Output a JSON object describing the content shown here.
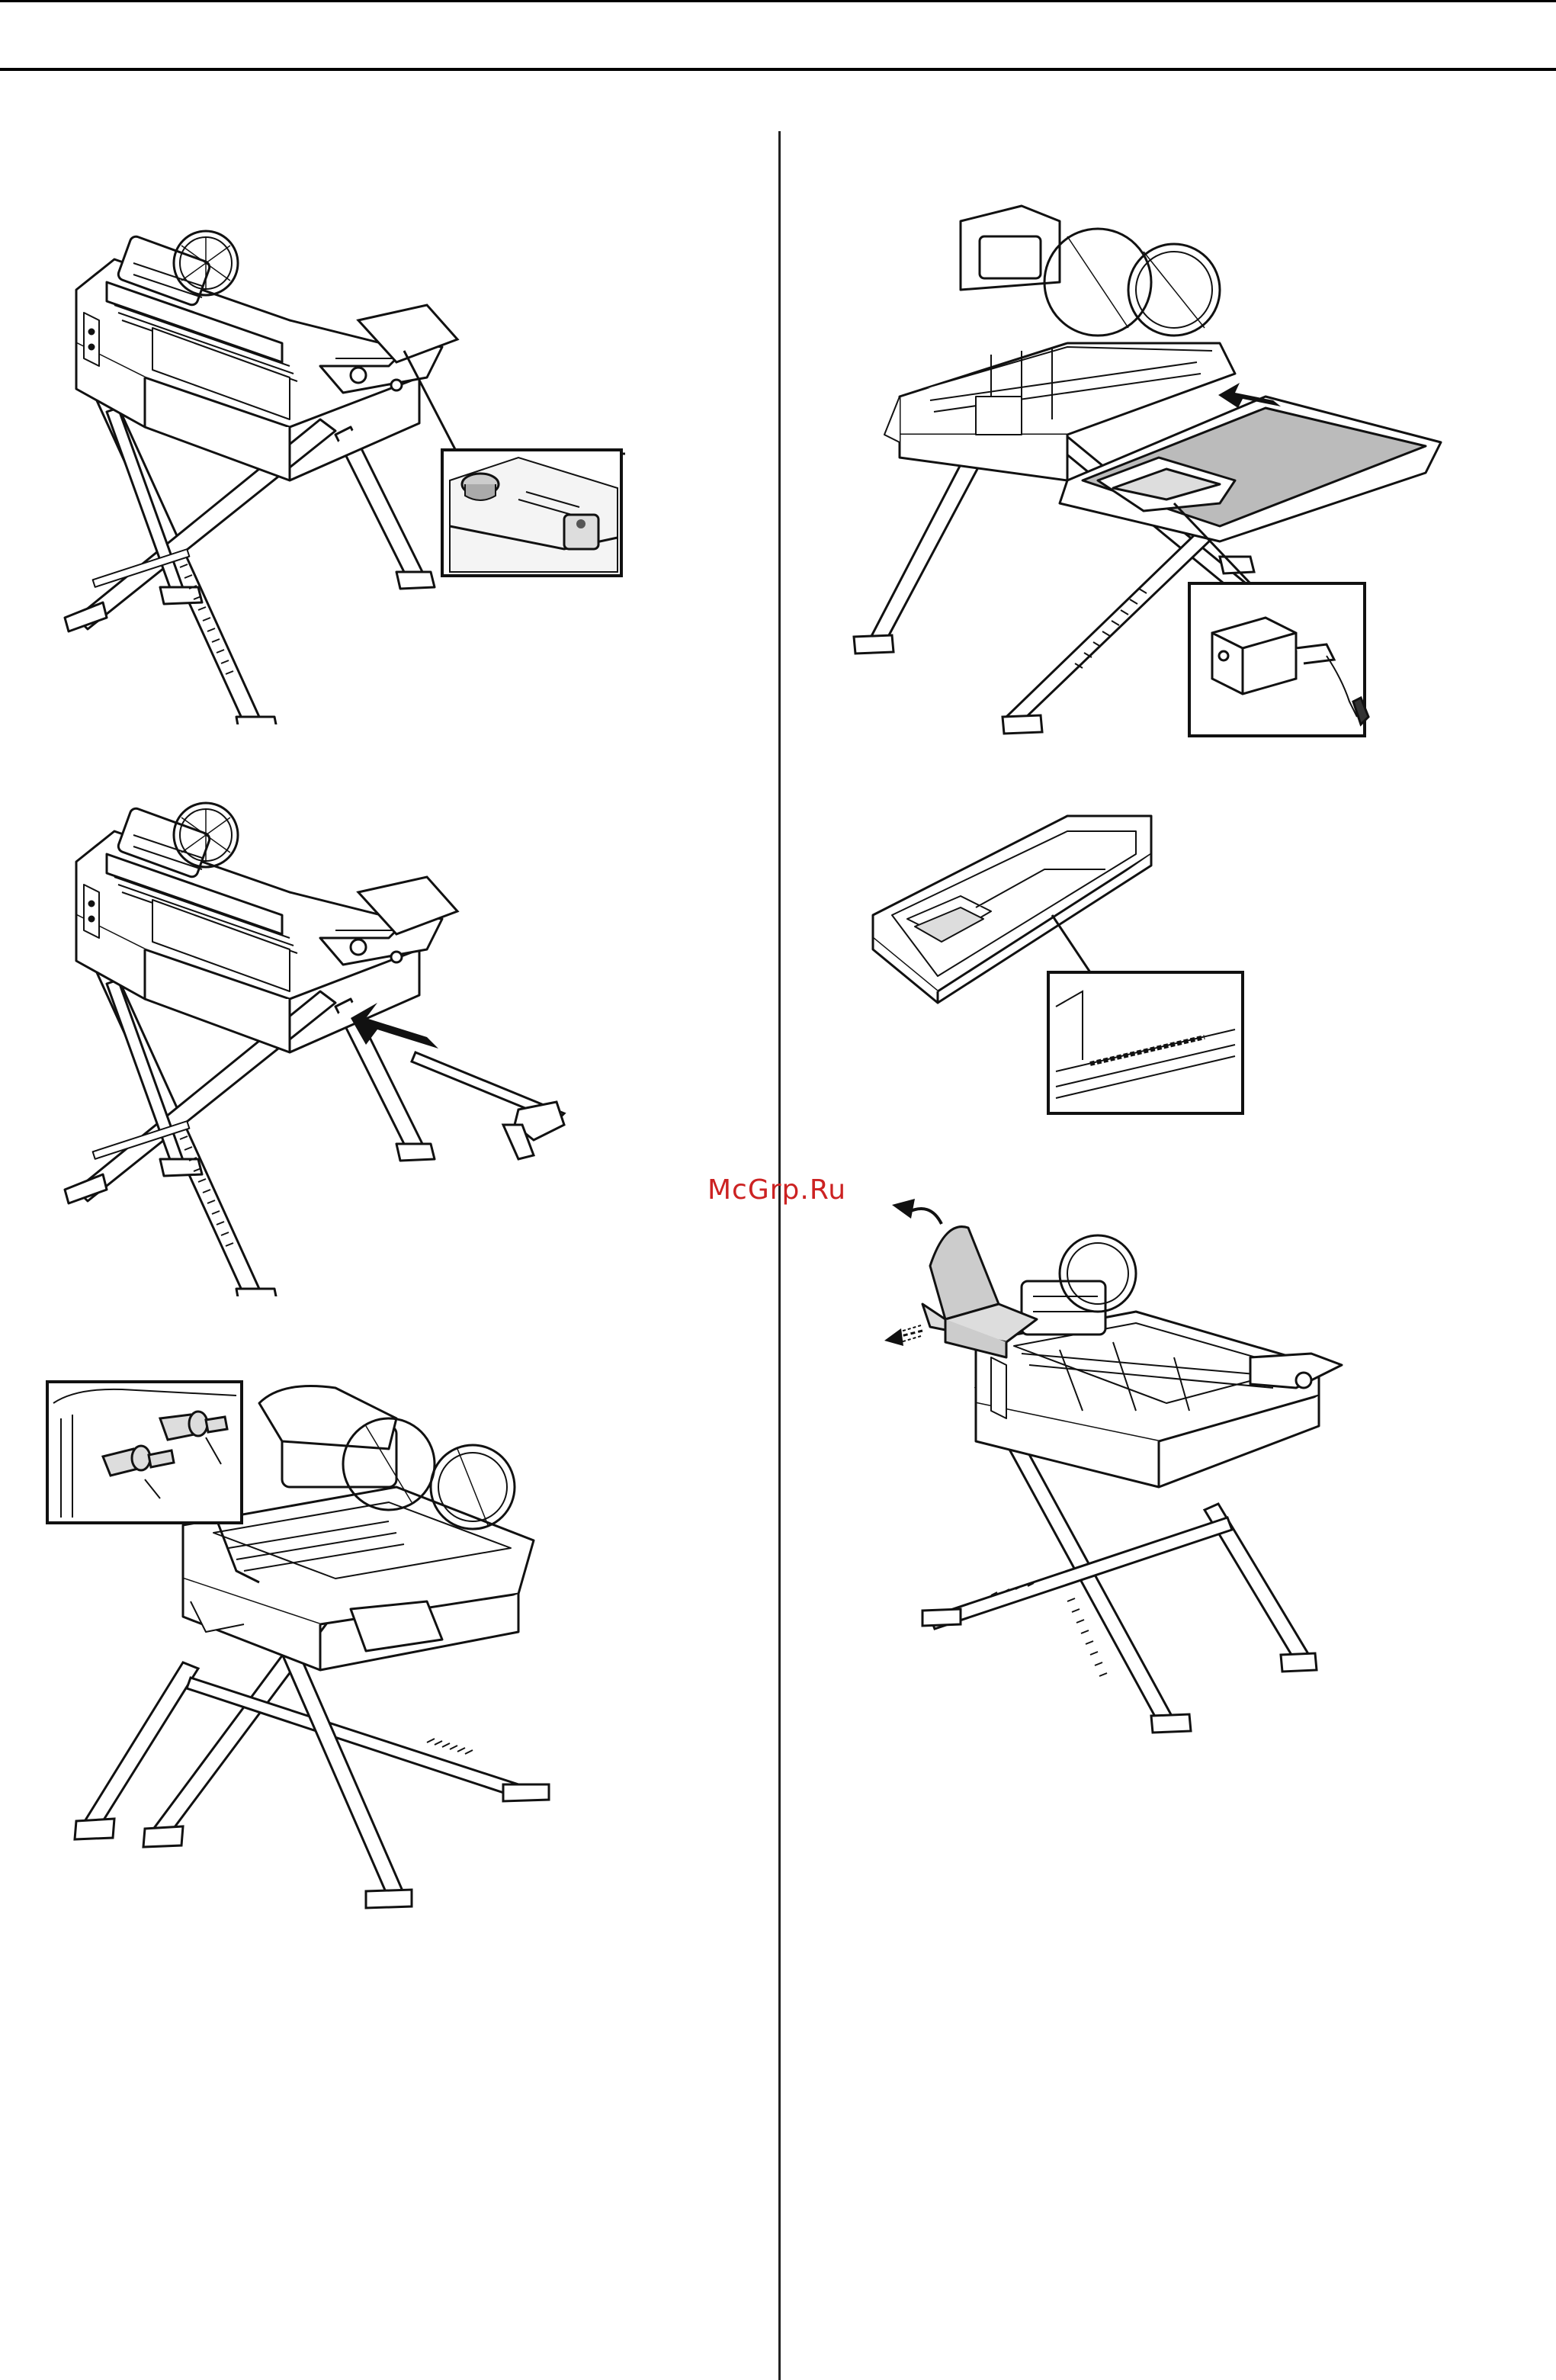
{
  "page": {
    "watermark": "McGrp.Ru"
  },
  "figures": [
    {
      "id": "fig-1",
      "description_icon": "saw-on-stand-with-knob-detail"
    },
    {
      "id": "fig-2",
      "description_icon": "saw-on-stand-insert-tray-rail"
    },
    {
      "id": "fig-3",
      "description_icon": "saw-on-stand-hose-connection-detail"
    },
    {
      "id": "fig-4",
      "description_icon": "saw-with-water-tray-and-pump-detail"
    },
    {
      "id": "fig-5",
      "description_icon": "water-tray-with-label-detail"
    },
    {
      "id": "fig-6",
      "description_icon": "saw-with-splash-guard-folding"
    }
  ]
}
